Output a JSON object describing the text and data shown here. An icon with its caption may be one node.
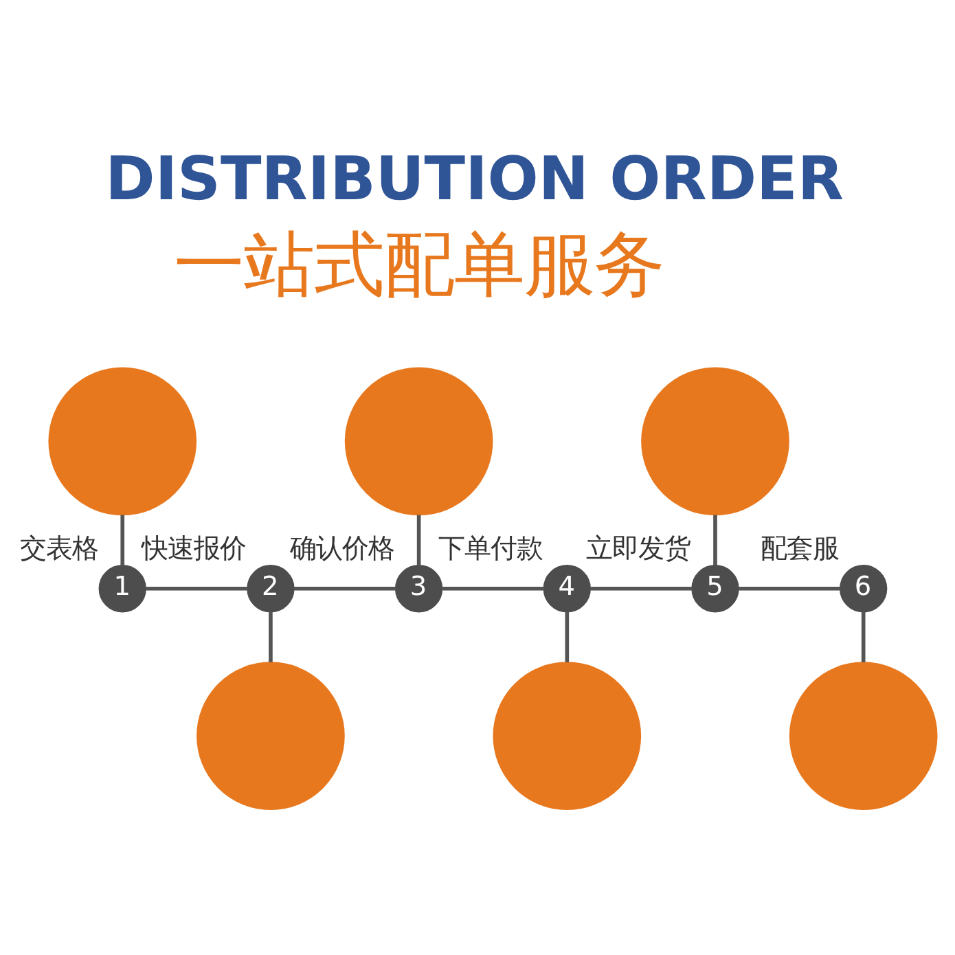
{
  "diagram": {
    "title": "DISTRIBUTION ORDER",
    "nodes": [
      {
        "text": [],
        "shape": "circle"
      },
      {
        "text": [
          "1"
        ],
        "beside": [
          "交表格"
        ]
      },
      {
        "text": [],
        "shape": "circle"
      },
      {
        "text": [
          "2"
        ],
        "beside": [
          "快速报价"
        ]
      },
      {
        "text": [],
        "shape": "circle"
      },
      {
        "text": [
          "3"
        ],
        "beside": [
          "确认价格"
        ]
      },
      {
        "text": [],
        "shape": "circle"
      },
      {
        "text": [
          "4"
        ],
        "beside": [
          "下单付款"
        ]
      },
      {
        "text": [],
        "shape": "circle"
      },
      {
        "text": [
          "5"
        ],
        "beside": [
          "立即发货"
        ]
      },
      {
        "text": [],
        "shape": "circle"
      },
      {
        "text": [
          "6"
        ],
        "beside": [
          "配套服"
        ]
      }
    ],
    "edges": [
      {
        "from": 1,
        "to": 3,
        "arrow": "none"
      },
      {
        "from": 3,
        "to": 5,
        "arrow": "none"
      },
      {
        "from": 5,
        "to": 7,
        "arrow": "none"
      },
      {
        "from": 7,
        "to": 9,
        "arrow": "none"
      },
      {
        "from": 9,
        "to": 11,
        "arrow": "none"
      },
      {
        "from": 0,
        "to": 1,
        "arrow": "none"
      },
      {
        "from": 3,
        "to": 2,
        "arrow": "none"
      },
      {
        "from": 4,
        "to": 5,
        "arrow": "none"
      },
      {
        "from": 7,
        "to": 6,
        "arrow": "none"
      },
      {
        "from": 8,
        "to": 9,
        "arrow": "none"
      },
      {
        "from": 11,
        "to": 10,
        "arrow": "none"
      }
    ],
    "labels": [
      "一站式配单服务"
    ]
  }
}
